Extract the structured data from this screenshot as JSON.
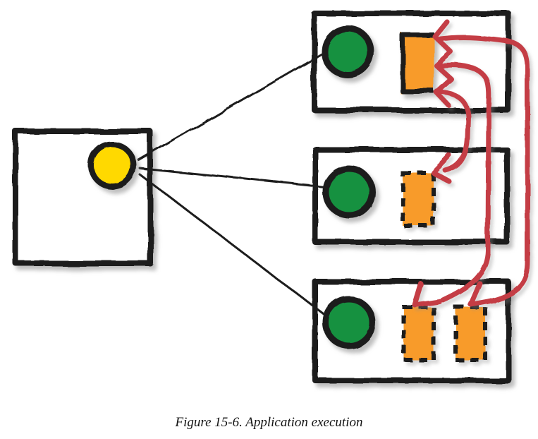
{
  "figure": {
    "caption": "Figure 15-6. Application execution"
  },
  "colors": {
    "background": "#ffffff",
    "ink": "#1f1f1f",
    "yellow-node": "#ffd903",
    "green-node": "#17913f",
    "orange-task": "#f89b2c",
    "red-arrow": "#c43c44",
    "shadow": "#8a8a8a"
  },
  "diagram": {
    "style": "hand-drawn-sketch",
    "nodes": [
      {
        "id": "left-square",
        "shape": "square",
        "fill": "white",
        "contains": [
          "yellow-circle"
        ]
      },
      {
        "id": "top-box",
        "shape": "rectangle",
        "fill": "white",
        "contains": [
          "green-circle",
          "solid-orange-rect"
        ]
      },
      {
        "id": "middle-box",
        "shape": "rectangle",
        "fill": "white",
        "contains": [
          "green-circle",
          "dashed-orange-rect"
        ]
      },
      {
        "id": "bottom-box",
        "shape": "rectangle",
        "fill": "white",
        "contains": [
          "green-circle",
          "dashed-orange-rect-left",
          "dashed-orange-rect-right"
        ]
      }
    ],
    "edges": [
      {
        "from": "yellow-circle",
        "to": "top-box-green-circle",
        "style": "thin-black-line"
      },
      {
        "from": "yellow-circle",
        "to": "middle-box-green-circle",
        "style": "thin-black-line"
      },
      {
        "from": "yellow-circle",
        "to": "bottom-box-green-circle",
        "style": "thin-black-line"
      },
      {
        "from": "solid-orange-rect",
        "to": "middle-box-dashed-orange-rect",
        "style": "red-curved-double-arrow"
      },
      {
        "from": "solid-orange-rect",
        "to": "bottom-box-dashed-orange-rect-left",
        "style": "red-curved-double-arrow"
      },
      {
        "from": "solid-orange-rect",
        "to": "bottom-box-dashed-orange-rect-right",
        "style": "red-curved-double-arrow"
      }
    ]
  }
}
